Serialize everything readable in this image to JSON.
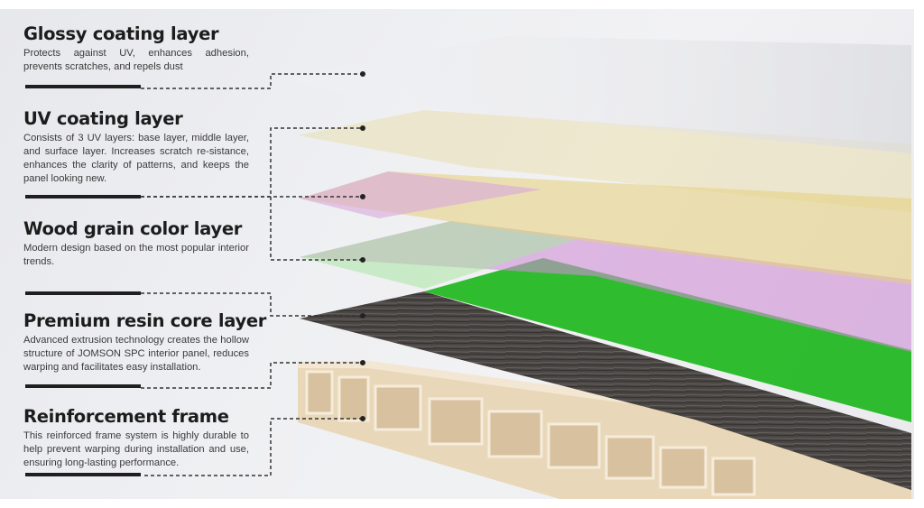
{
  "layers": [
    {
      "title": "Glossy coating layer",
      "description": "Protects against UV, enhances adhesion, prevents scratches, and repels dust"
    },
    {
      "title": "UV coating layer",
      "description": "Consists of 3 UV layers: base layer, middle layer, and surface layer. Increases scratch re-sistance, enhances the clarity of patterns, and keeps the panel looking new."
    },
    {
      "title": "Wood grain color layer",
      "description": "Modern design based on the most popular interior trends."
    },
    {
      "title": "Premium resin core layer",
      "description": "Advanced extrusion technology creates the hollow structure of JOMSON SPC interior panel, reduces warping and facilitates easy installation."
    },
    {
      "title": "Reinforcement frame",
      "description": "This reinforced frame system is highly durable to help prevent warping during installation and use, ensuring long-lasting performance."
    }
  ],
  "colors": {
    "glossy_layer": "#e6e6ea",
    "uv_layer": "#e6cf7a",
    "color_layer": "#cf8fd6",
    "resin_layer": "#25b824",
    "core_surface": "#4a4644",
    "frame": "#ead9bd",
    "text": "#1c1c1c",
    "leader_line": "#333333"
  }
}
